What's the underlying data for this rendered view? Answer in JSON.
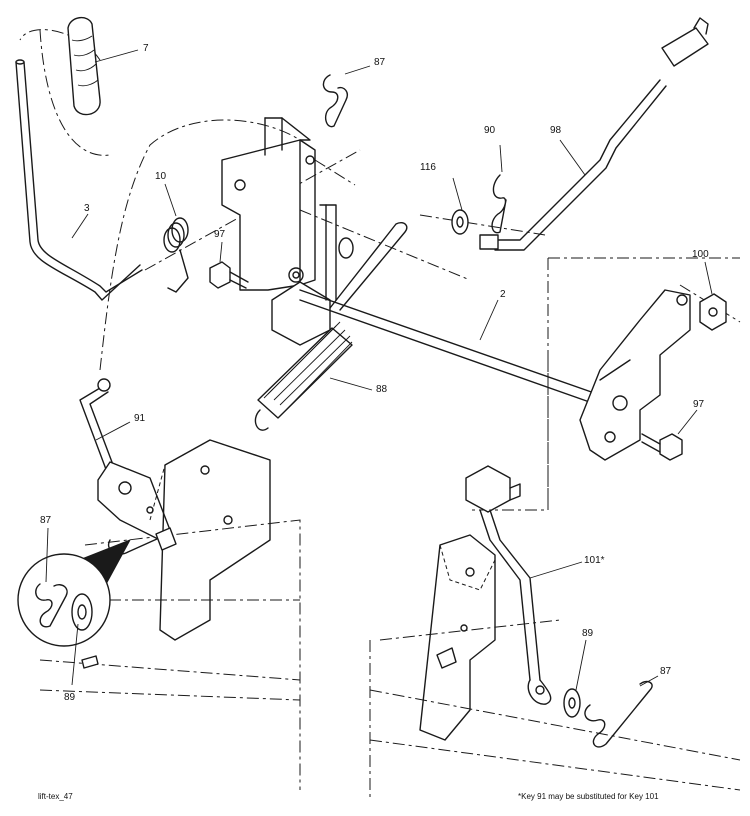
{
  "callouts": {
    "c7": "7",
    "c87_top": "87",
    "c90": "90",
    "c98": "98",
    "c116": "116",
    "c10": "10",
    "c3": "3",
    "c97_left": "97",
    "c100": "100",
    "c2": "2",
    "c88": "88",
    "c97_right": "97",
    "c91": "91",
    "c87_left": "87",
    "c101": "101*",
    "c89_right": "89",
    "c87_right": "87",
    "c89_left": "89"
  },
  "footer": {
    "drawing_id": "lift-tex_47",
    "note": "*Key 91 may be substituted for Key 101"
  }
}
